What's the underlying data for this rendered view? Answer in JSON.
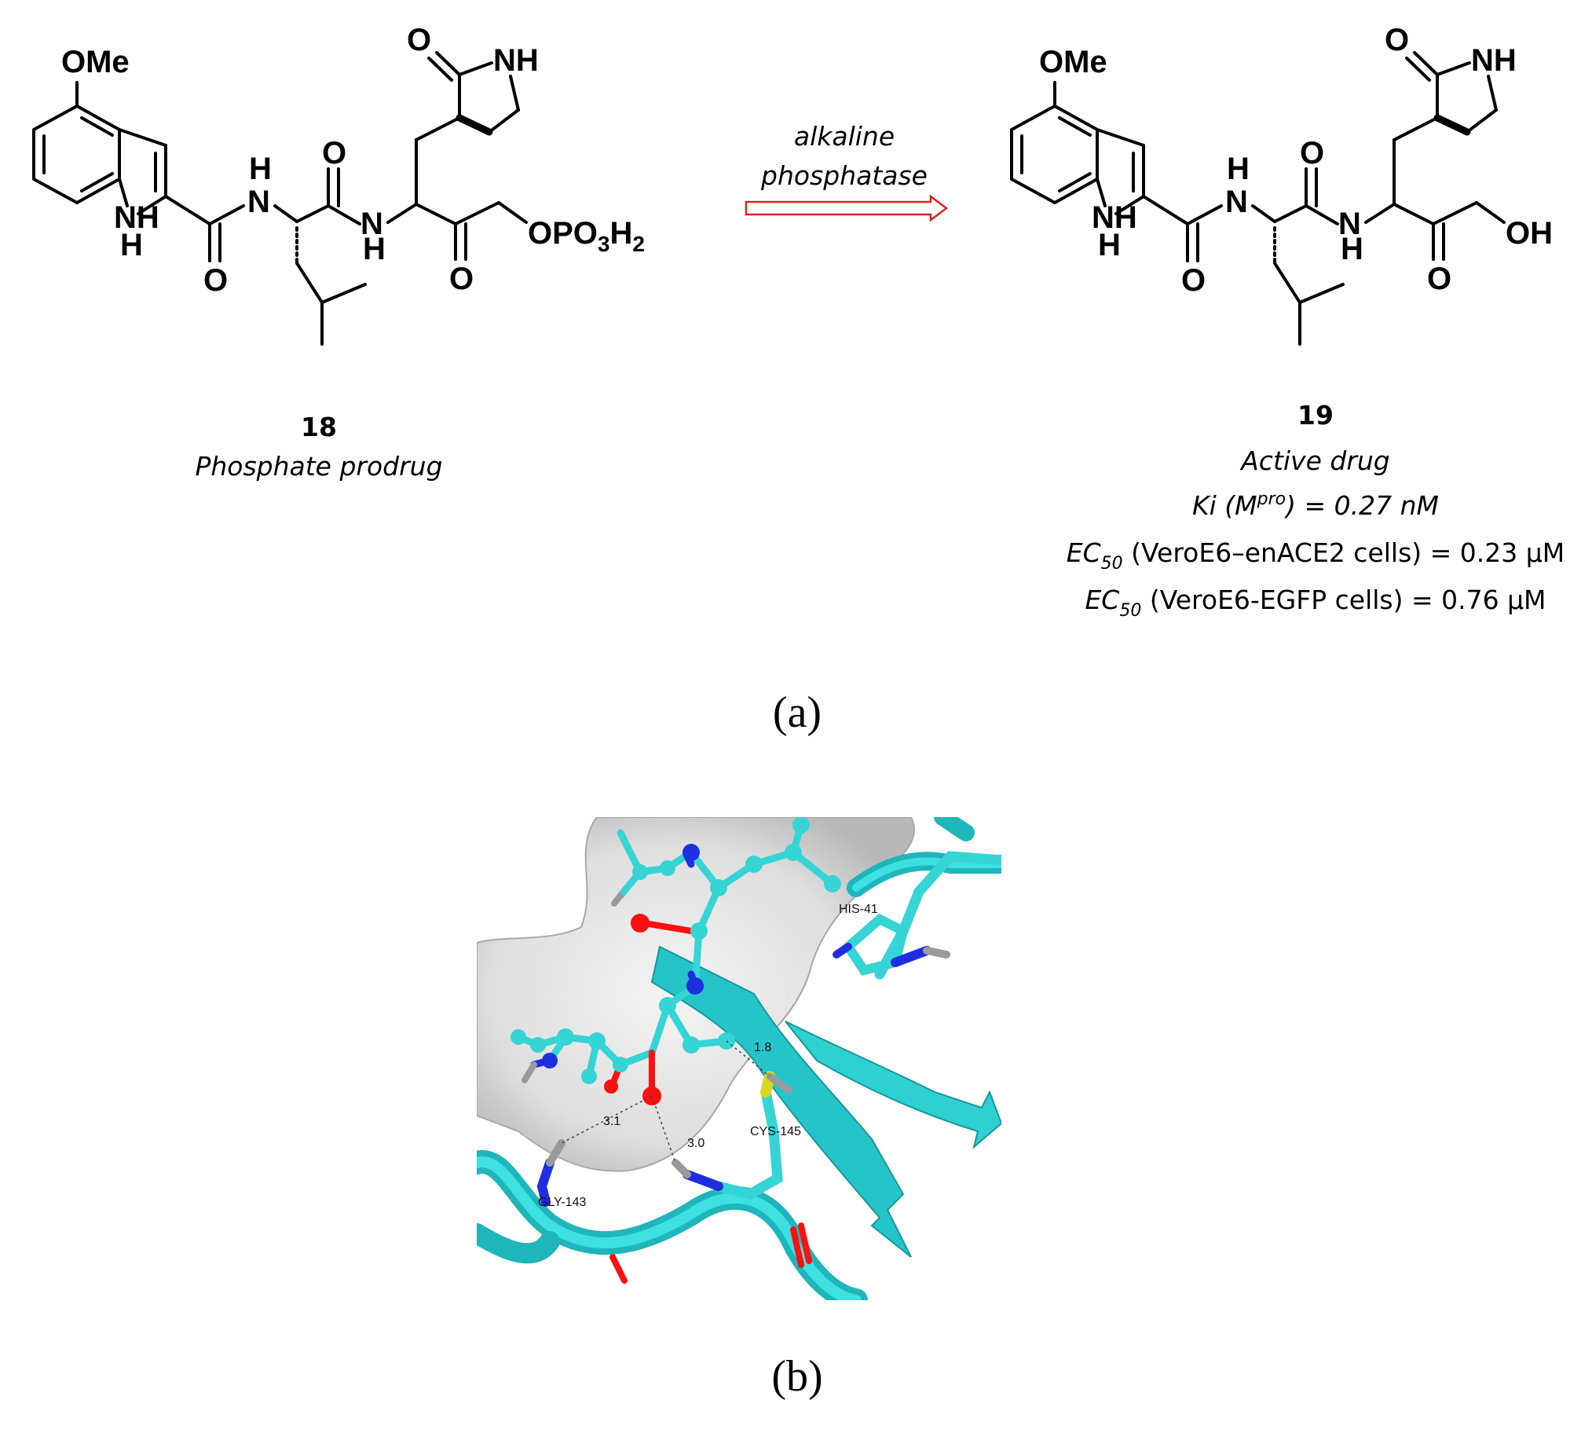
{
  "reaction": {
    "reagent_line1": "alkaline",
    "reagent_line2": "phosphatase",
    "arrow_color": "#e02020"
  },
  "compound_18": {
    "number": "18",
    "description": "Phosphate prodrug",
    "atoms": {
      "ome": "OMe",
      "indole_nh_top": "NH",
      "indole_nh_bottom": "H",
      "amide1_h": "H",
      "amide1_n": "N",
      "amide1_o": "O",
      "amide2_o": "O",
      "amide2_n": "N",
      "amide2_h": "H",
      "lactam_o": "O",
      "lactam_nh": "NH",
      "ketone_o": "O",
      "phosphate_o": "OPO",
      "phosphate_sub3": "3",
      "phosphate_h": "H",
      "phosphate_sub2": "2"
    }
  },
  "compound_19": {
    "number": "19",
    "description": "Active drug",
    "ki_pre": "Ki (M",
    "ki_sup": "pro",
    "ki_post": ") = 0.27 nM",
    "ec50_label": "EC",
    "ec50_sub": "50",
    "ec50_1": " (VeroE6–enACE2 cells) = 0.23 µM",
    "ec50_2": " (VeroE6-EGFP cells) = 0.76 µM",
    "atoms": {
      "ome": "OMe",
      "indole_nh_top": "NH",
      "indole_nh_bottom": "H",
      "amide1_h": "H",
      "amide1_n": "N",
      "amide1_o": "O",
      "amide2_o": "O",
      "amide2_n": "N",
      "amide2_h": "H",
      "lactam_o": "O",
      "lactam_nh": "NH",
      "ketone_o": "O",
      "hydroxyl": "OH"
    }
  },
  "panels": {
    "a": "(a)",
    "b": "(b)"
  },
  "docking_image": {
    "residue_his": "HIS-41",
    "residue_cys": "CYS-145",
    "residue_gly": "GLY-143",
    "dist_1": "1.8",
    "dist_2": "3.1",
    "dist_3": "3.0",
    "colors": {
      "protein": "#22c8cc",
      "carbon": "#36d4d4",
      "oxygen": "#ff1010",
      "nitrogen": "#1e2ee0",
      "sulfur": "#d8d820",
      "hydrogen": "#9a9a9a",
      "surface": "#e6e6e6"
    }
  }
}
